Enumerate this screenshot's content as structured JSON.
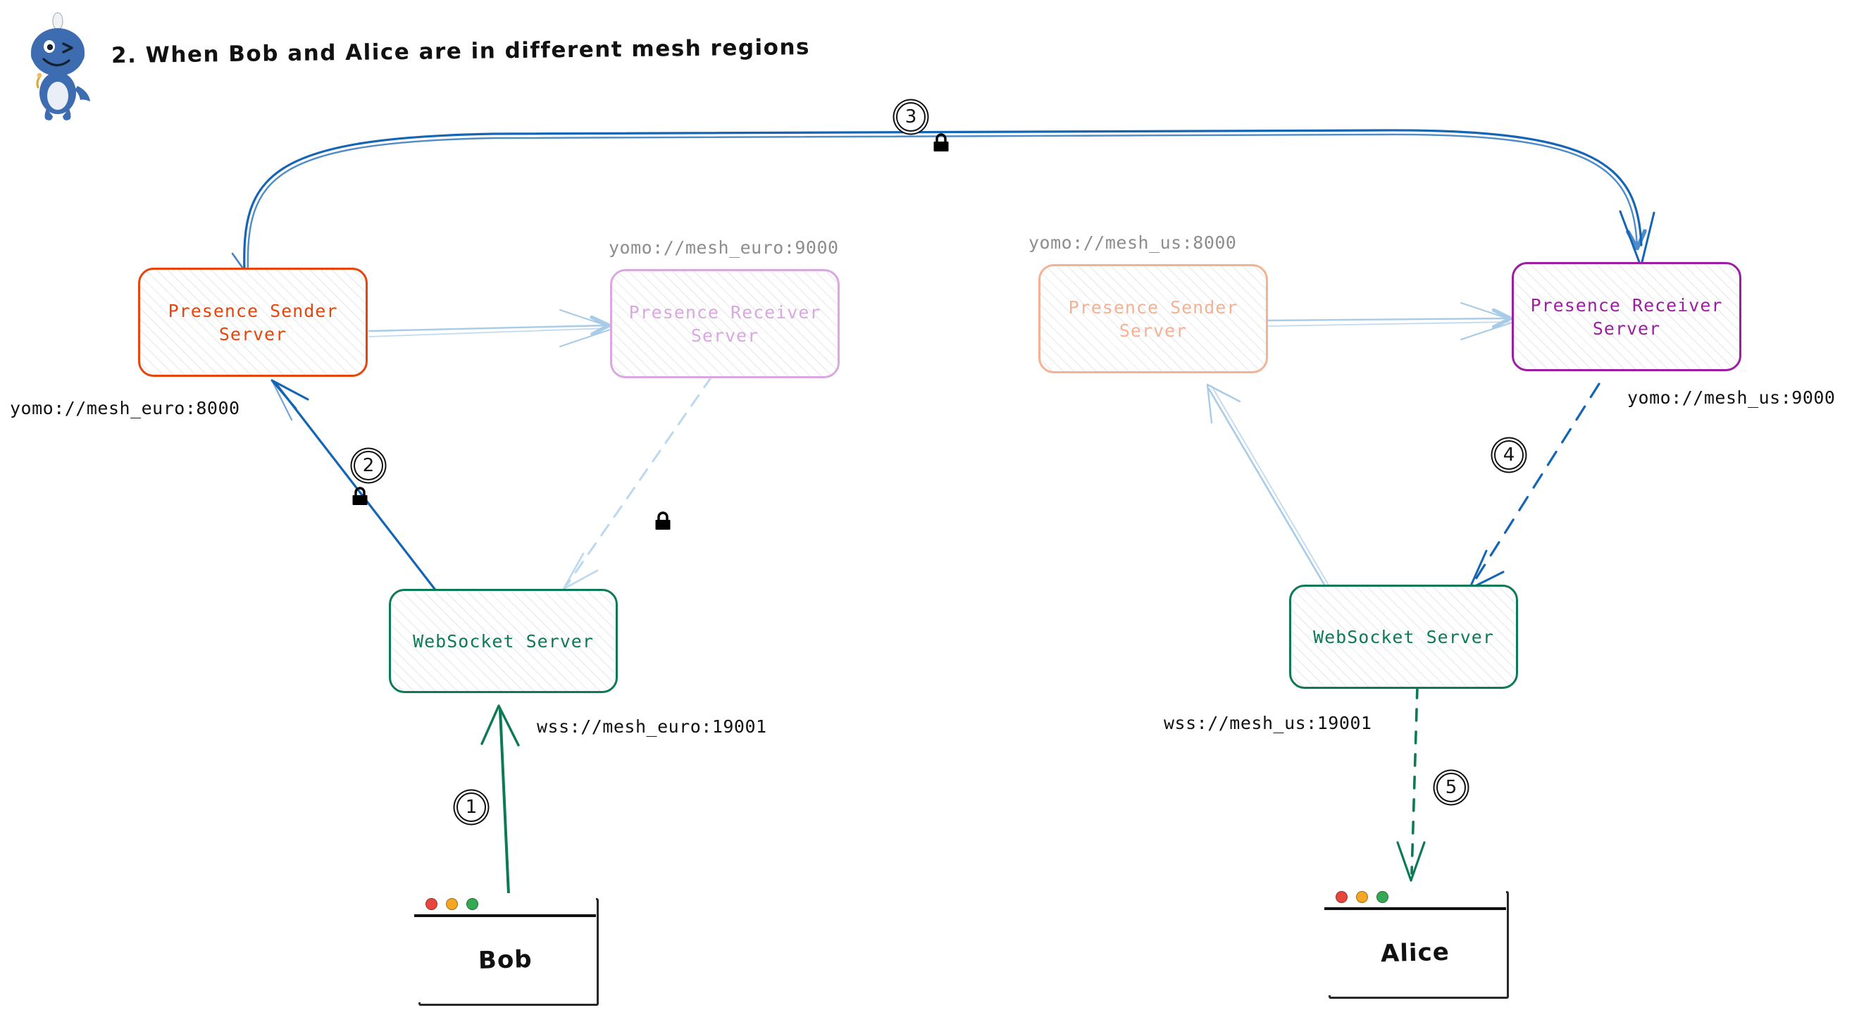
{
  "page": {
    "title": "2. When Bob and Alice are in different mesh regions",
    "logo": "yomo-dino-mascot"
  },
  "colors": {
    "sender_euro": "#e8450c",
    "receiver_euro_faded": "#d9a8e0",
    "sender_us_faded": "#f3b294",
    "receiver_us": "#9b1fa0",
    "websocket": "#0d7a55",
    "edge_active": "#1565b5",
    "edge_faded": "#a8cbe8",
    "text": "#111111",
    "muted": "#8d8d8d"
  },
  "nodes": {
    "sender_euro": {
      "label": "Presence Sender\nServer",
      "line1": "Presence Sender",
      "line2": "Server"
    },
    "receiver_euro": {
      "label": "Presence Receiver\nServer",
      "line1": "Presence Receiver",
      "line2": "Server"
    },
    "sender_us": {
      "label": "Presence Sender\nServer",
      "line1": "Presence Sender",
      "line2": "Server"
    },
    "receiver_us": {
      "label": "Presence Receiver\nServer",
      "line1": "Presence Receiver",
      "line2": "Server"
    },
    "ws_euro": {
      "label": "WebSocket Server"
    },
    "ws_us": {
      "label": "WebSocket Server"
    }
  },
  "endpoints": {
    "sender_euro_url": "yomo://mesh_euro:8000",
    "receiver_euro_url": "yomo://mesh_euro:9000",
    "sender_us_url": "yomo://mesh_us:8000",
    "receiver_us_url": "yomo://mesh_us:9000",
    "ws_euro_url": "wss://mesh_euro:19001",
    "ws_us_url": "wss://mesh_us:19001"
  },
  "clients": {
    "bob": {
      "name": "Bob",
      "dots": [
        "#e8453c",
        "#f5a623",
        "#35a853"
      ]
    },
    "alice": {
      "name": "Alice",
      "dots": [
        "#e8453c",
        "#f5a623",
        "#35a853"
      ]
    }
  },
  "steps": [
    {
      "id": "1",
      "label": "①",
      "text": "1"
    },
    {
      "id": "2",
      "label": "②",
      "text": "2"
    },
    {
      "id": "3",
      "label": "③",
      "text": "3"
    },
    {
      "id": "4",
      "label": "④",
      "text": "4"
    },
    {
      "id": "5",
      "label": "⑤",
      "text": "5"
    }
  ],
  "locks": [
    {
      "id": "lock-step-3",
      "icon": "padlock-icon"
    },
    {
      "id": "lock-step-2",
      "icon": "padlock-icon"
    },
    {
      "id": "lock-middle",
      "icon": "padlock-icon"
    }
  ]
}
